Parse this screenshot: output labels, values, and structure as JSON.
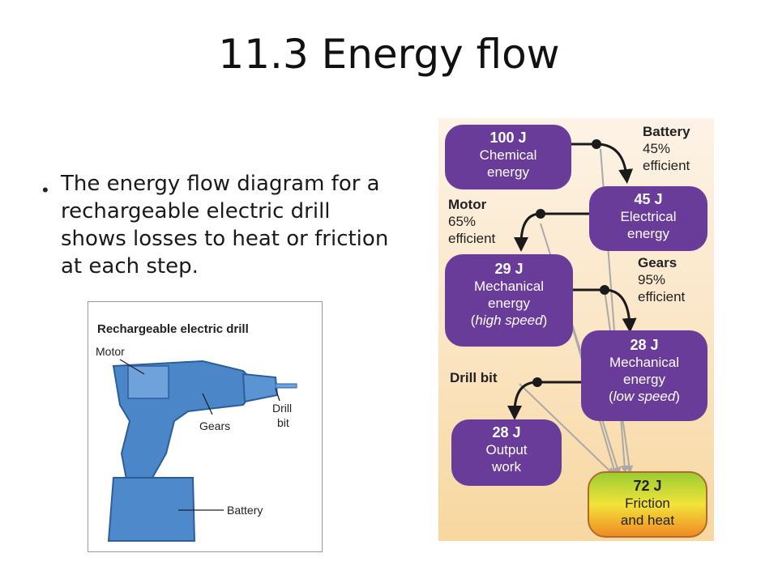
{
  "slide": {
    "title": "11.3 Energy flow",
    "bullet": "The energy flow diagram for a rechargeable electric drill shows losses to heat or friction at each step."
  },
  "drill_image": {
    "heading": "Rechargeable electric drill",
    "labels": {
      "motor": "Motor",
      "gears": "Gears",
      "drill": "Drill",
      "bit": "bit",
      "battery": "Battery"
    }
  },
  "energy_diagram": {
    "nodes": [
      {
        "value": "100 J",
        "line1": "Chemical",
        "line2": "energy",
        "line3": ""
      },
      {
        "value": "45 J",
        "line1": "Electrical",
        "line2": "energy",
        "line3": ""
      },
      {
        "value": "29 J",
        "line1": "Mechanical",
        "line2": "energy",
        "line3": "high speed"
      },
      {
        "value": "28 J",
        "line1": "Mechanical",
        "line2": "energy",
        "line3": "low speed"
      },
      {
        "value": "28 J",
        "line1": "Output",
        "line2": "work",
        "line3": ""
      }
    ],
    "loss": {
      "value": "72 J",
      "line1": "Friction",
      "line2": "and heat"
    },
    "stages": [
      {
        "name": "Battery",
        "percent": "45%",
        "word": "efficient"
      },
      {
        "name": "Motor",
        "percent": "65%",
        "word": "efficient"
      },
      {
        "name": "Gears",
        "percent": "95%",
        "word": "efficient"
      },
      {
        "name": "Drill bit"
      }
    ],
    "colors": {
      "node": "#6a3c9a",
      "arrow": "#1a1a1a",
      "loss_arrow": "#a9a9a9"
    }
  }
}
